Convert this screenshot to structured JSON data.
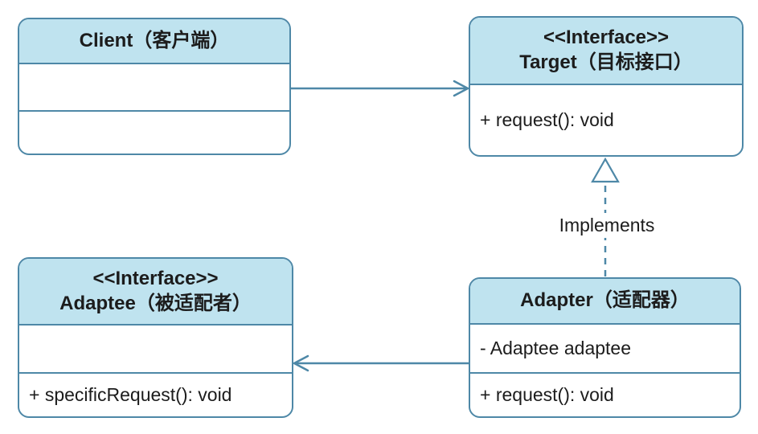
{
  "colors": {
    "header_fill": "#bfe3ef",
    "border": "#4e88a7",
    "text": "#1c1c1c",
    "background": "#ffffff"
  },
  "classes": {
    "client": {
      "name": "Client（客户端）",
      "attributes": [],
      "methods": []
    },
    "target": {
      "stereotype": "<<Interface>>",
      "name": "Target（目标接口）",
      "methods": [
        "+ request(): void"
      ]
    },
    "adaptee": {
      "stereotype": "<<Interface>>",
      "name": "Adaptee（被适配者）",
      "attributes": [],
      "methods": [
        "+ specificRequest(): void"
      ]
    },
    "adapter": {
      "name": "Adapter（适配器）",
      "attributes": [
        "- Adaptee adaptee"
      ],
      "methods": [
        "+ request(): void"
      ]
    }
  },
  "relations": {
    "client_to_target": {
      "from": "Client",
      "to": "Target",
      "type": "association",
      "label": ""
    },
    "adapter_to_target": {
      "from": "Adapter",
      "to": "Target",
      "type": "realization",
      "label": "Implements"
    },
    "adapter_to_adaptee": {
      "from": "Adapter",
      "to": "Adaptee",
      "type": "association",
      "label": ""
    }
  }
}
